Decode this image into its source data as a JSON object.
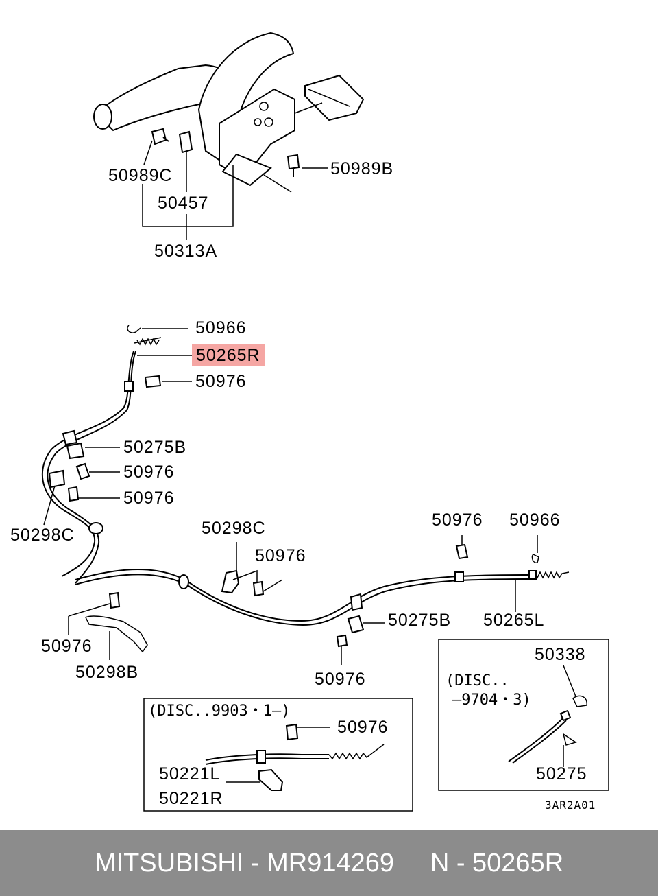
{
  "labels": {
    "l_50989C": "50989C",
    "l_50457": "50457",
    "l_50313A": "50313A",
    "l_50989B": "50989B",
    "l_50966_top": "50966",
    "l_50265R": "50265R",
    "l_50976_a": "50976",
    "l_50275B_a": "50275B",
    "l_50976_b": "50976",
    "l_50976_c": "50976",
    "l_50298C_left": "50298C",
    "l_50298C_mid": "50298C",
    "l_50976_mid": "50976",
    "l_50976_right": "50976",
    "l_50966_right": "50966",
    "l_50265L": "50265L",
    "l_50275B_b": "50275B",
    "l_50976_bottom": "50976",
    "l_50976_left": "50976",
    "l_50298B": "50298B",
    "l_50338": "50338",
    "l_50275": "50275",
    "l_50976_box": "50976",
    "l_50221L": "50221L",
    "l_50221R": "50221R"
  },
  "notes": {
    "disc_left": "(DISC..9903・1—)",
    "disc_right_1": "(DISC..",
    "disc_right_2": "—9704・3)"
  },
  "diagram_code": "3AR2A01",
  "highlight_color": "#f5a6a3",
  "footer": {
    "brand": "MITSUBISHI",
    "sep1": " - ",
    "part_number": "MR914269",
    "gap": "     ",
    "ref": "N - 50265R"
  }
}
